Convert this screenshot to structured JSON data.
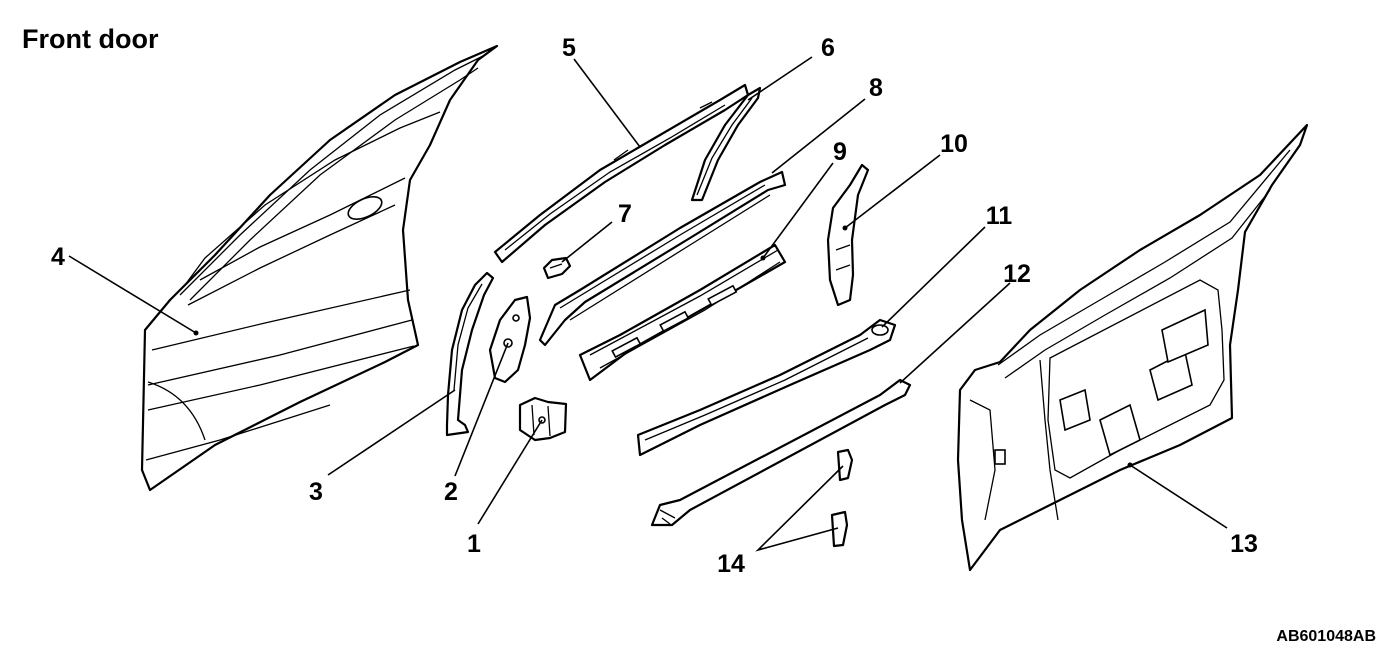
{
  "title": "Front door",
  "code": "AB601048AB",
  "callouts": {
    "c1": "1",
    "c2": "2",
    "c3": "3",
    "c4": "4",
    "c5": "5",
    "c6": "6",
    "c7": "7",
    "c8": "8",
    "c9": "9",
    "c10": "10",
    "c11": "11",
    "c12": "12",
    "c13": "13",
    "c14": "14"
  }
}
